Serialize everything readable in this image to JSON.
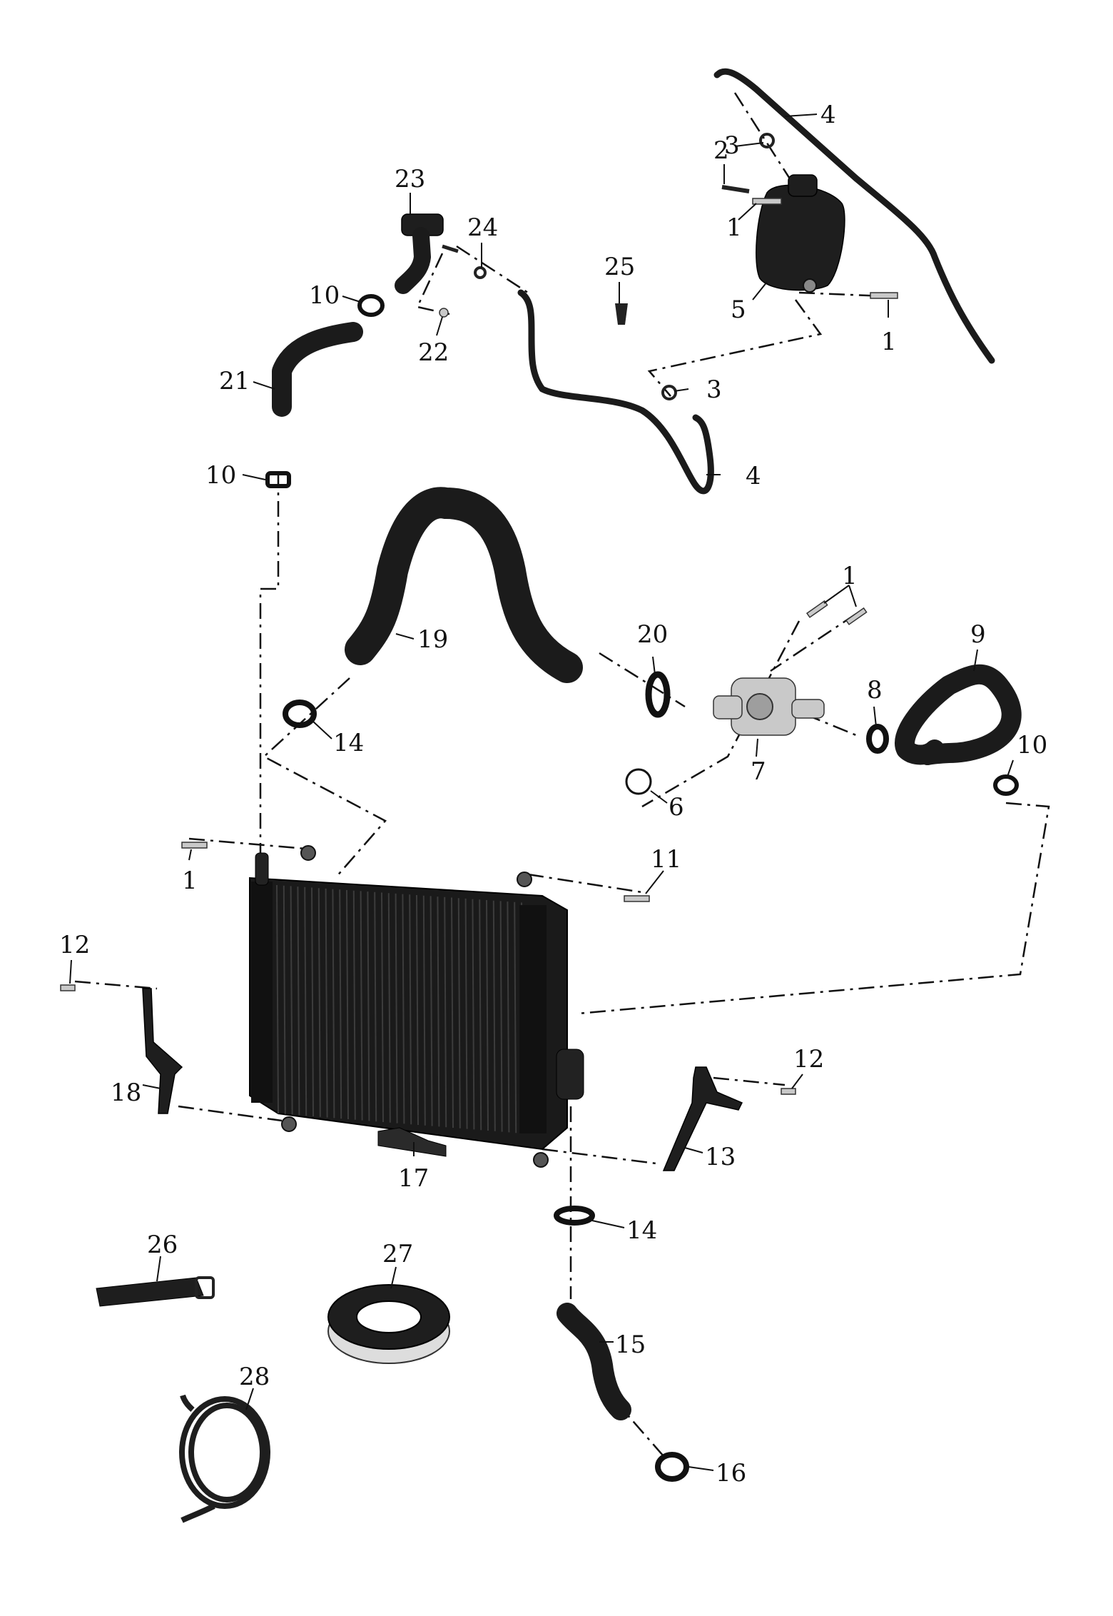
{
  "diagram": {
    "kind": "exploded-parts-view",
    "callouts": [
      "1",
      "2",
      "3",
      "4",
      "5",
      "6",
      "7",
      "8",
      "9",
      "10",
      "11",
      "12",
      "13",
      "14",
      "15",
      "16",
      "17",
      "18",
      "19",
      "20",
      "21",
      "22",
      "23",
      "24",
      "25",
      "26",
      "27",
      "28"
    ]
  }
}
